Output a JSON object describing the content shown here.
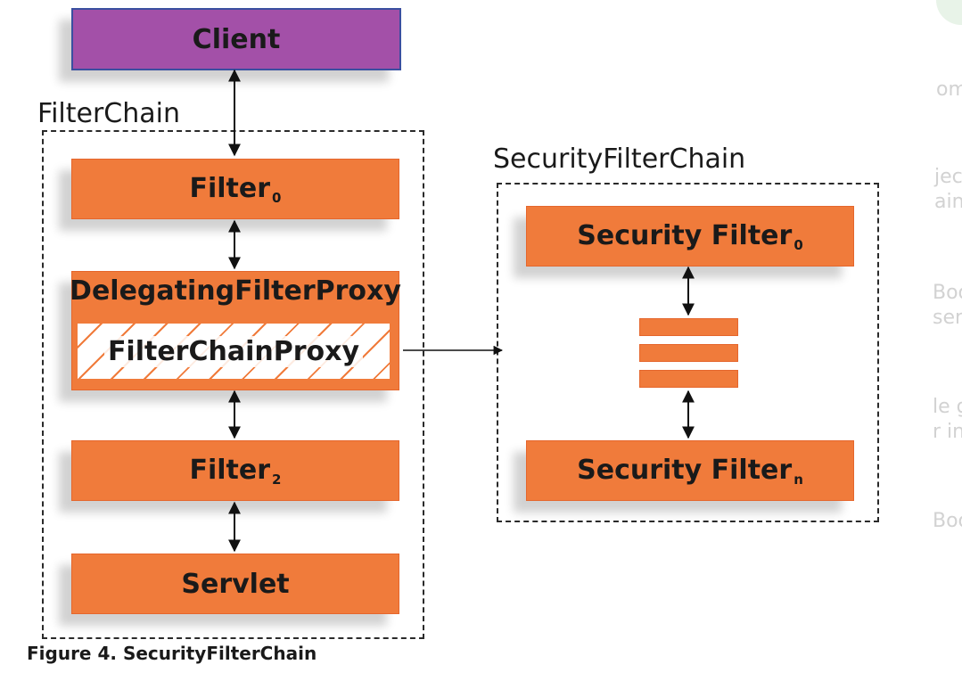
{
  "diagram": {
    "client": "Client",
    "filter_chain_label": "FilterChain",
    "filter0": {
      "text": "Filter",
      "sub": "0"
    },
    "delegating": "DelegatingFilterProxy",
    "filter_chain_proxy": "FilterChainProxy",
    "filter2": {
      "text": "Filter",
      "sub": "2"
    },
    "servlet": "Servlet",
    "security_filter_chain_label": "SecurityFilterChain",
    "security_filter0": {
      "text": "Security Filter",
      "sub": "0"
    },
    "security_filtern": {
      "text": "Security Filter",
      "sub": "n"
    }
  },
  "caption": "Figure 4. SecurityFilterChain",
  "background_fragments": [
    "om",
    "jec",
    "ain",
    "Boo",
    "ser",
    "le g",
    "r in",
    "Boo"
  ],
  "colors": {
    "orange": "#f07b3b",
    "purple": "#a350a8",
    "client_border": "#3a4fa0"
  }
}
